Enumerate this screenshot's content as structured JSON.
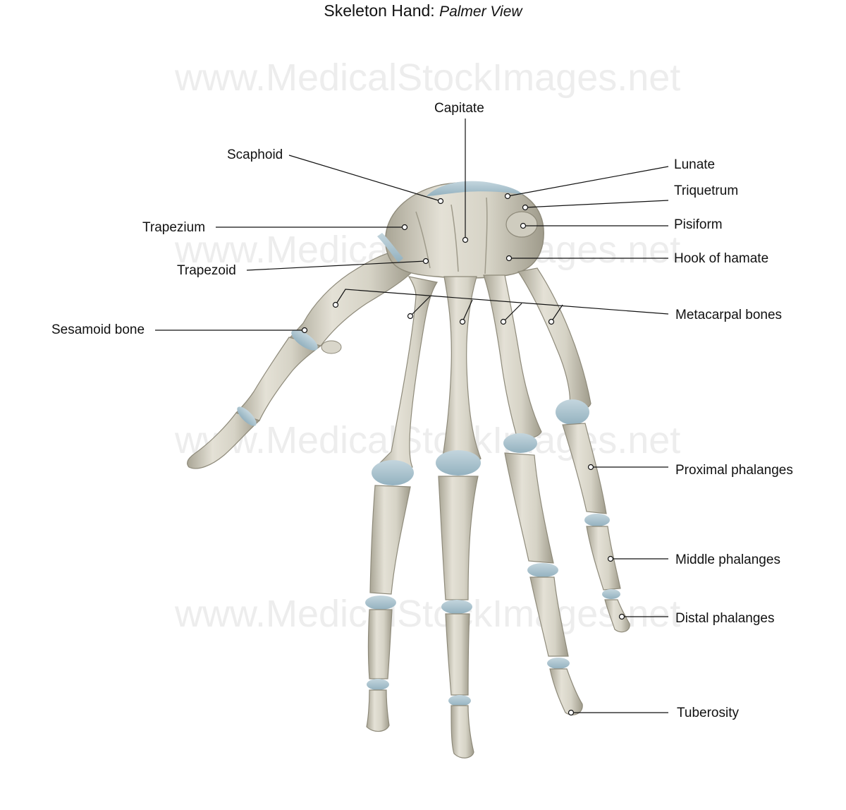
{
  "title": {
    "main": "Skeleton Hand:",
    "sub": "Palmer View"
  },
  "watermark": "www.MedicalStockImages.net",
  "labels": {
    "capitate": "Capitate",
    "scaphoid": "Scaphoid",
    "lunate": "Lunate",
    "triquetrum": "Triquetrum",
    "pisiform": "Pisiform",
    "trapezium": "Trapezium",
    "hook_of_hamate": "Hook of hamate",
    "trapezoid": "Trapezoid",
    "metacarpal_bones": "Metacarpal bones",
    "sesamoid_bone": "Sesamoid bone",
    "proximal_phalanges": "Proximal phalanges",
    "middle_phalanges": "Middle phalanges",
    "distal_phalanges": "Distal phalanges",
    "tuberosity": "Tuberosity"
  },
  "colors": {
    "bone": "#d6d3c6",
    "bone_shade": "#a9a595",
    "cartilage": "#a9c3cf",
    "line": "#111111"
  }
}
